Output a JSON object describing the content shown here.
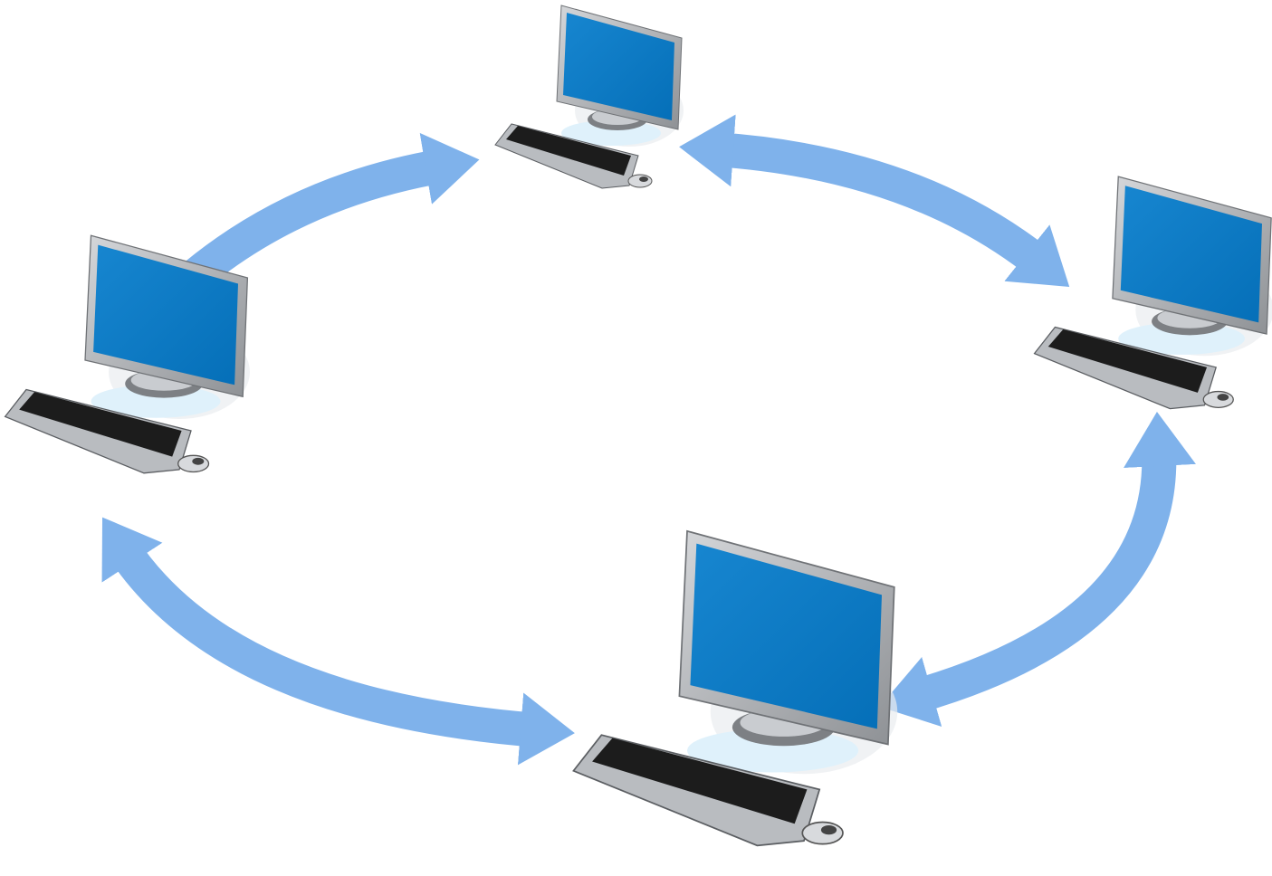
{
  "diagram": {
    "type": "ring-network",
    "nodes": [
      {
        "id": "top",
        "icon": "desktop-computer-icon"
      },
      {
        "id": "right",
        "icon": "desktop-computer-icon"
      },
      {
        "id": "bottom",
        "icon": "desktop-computer-icon"
      },
      {
        "id": "left",
        "icon": "desktop-computer-icon"
      }
    ],
    "links": [
      {
        "from": "left",
        "to": "top",
        "direction": "one-way"
      },
      {
        "from": "top",
        "to": "right",
        "direction": "two-way"
      },
      {
        "from": "right",
        "to": "bottom",
        "direction": "two-way"
      },
      {
        "from": "bottom",
        "to": "left",
        "direction": "two-way"
      }
    ],
    "colors": {
      "arrow": "#7fb2eb",
      "screen": "#0a79c4",
      "frame": "#a9acb0",
      "keys": "#1c1c1c",
      "background": "#ffffff"
    }
  }
}
